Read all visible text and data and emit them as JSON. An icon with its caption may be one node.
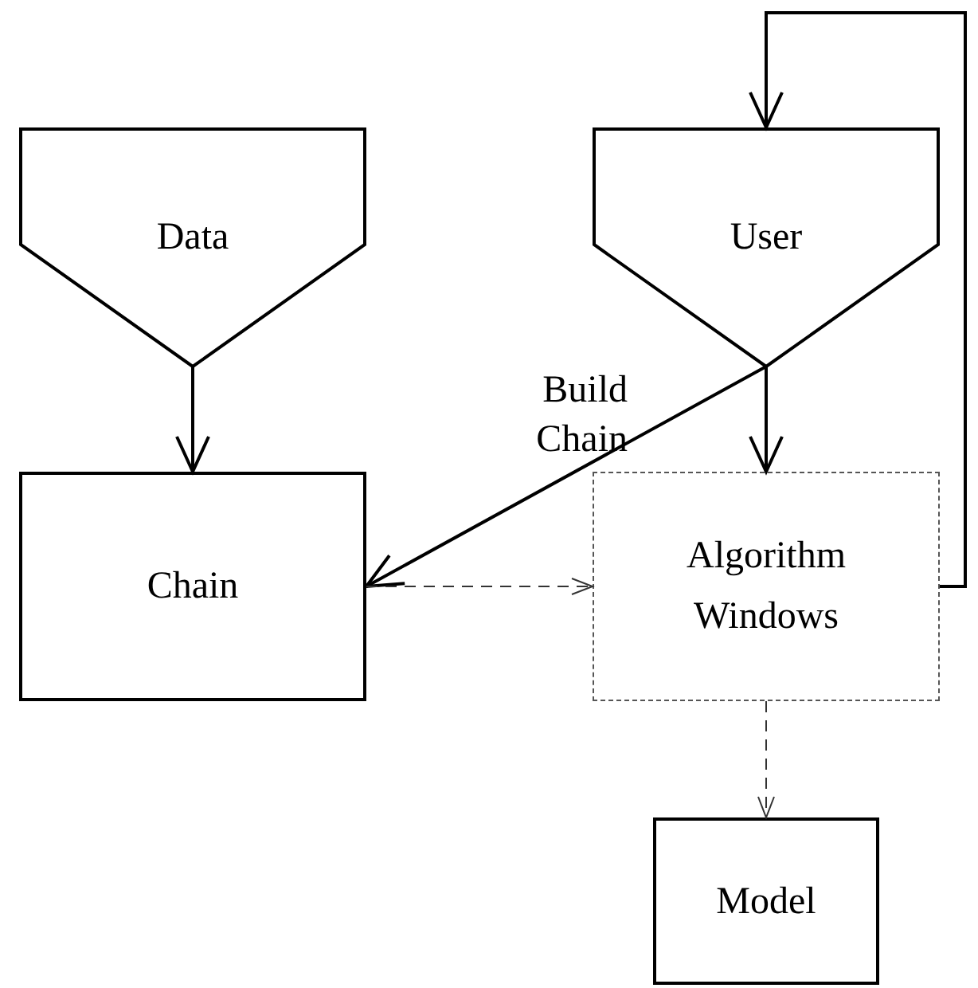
{
  "diagram": {
    "nodes": [
      {
        "text": [
          "Data"
        ]
      },
      {
        "text": [
          "User"
        ]
      },
      {
        "text": [
          "Chain"
        ]
      },
      {
        "text": [
          "Algorithm Windows"
        ]
      },
      {
        "text": [
          "Model"
        ]
      }
    ],
    "edges": [
      {
        "from": 0,
        "to": 2,
        "arrow": "to"
      },
      {
        "from": 1,
        "to": 2,
        "arrow": "to",
        "label": "Build Chain"
      },
      {
        "from": 1,
        "to": 3,
        "arrow": "to"
      },
      {
        "from": 2,
        "to": 3,
        "arrow": "to",
        "style": "dashed"
      },
      {
        "from": 3,
        "to": 4,
        "arrow": "to",
        "style": "dashed"
      },
      {
        "from": 3,
        "to": 1,
        "arrow": "to"
      }
    ]
  }
}
